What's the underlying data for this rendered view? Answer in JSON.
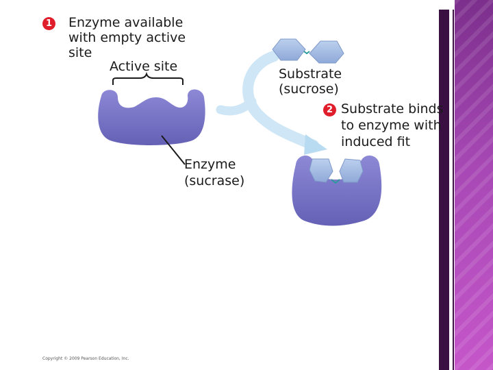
{
  "step1": {
    "number": "1",
    "lines": [
      "Enzyme available",
      "with empty active",
      "site"
    ]
  },
  "active_site_label": "Active site",
  "substrate_label": [
    "Substrate",
    "(sucrose)"
  ],
  "step2": {
    "number": "2",
    "lines": [
      "Substrate binds",
      "to enzyme with",
      "induced fit"
    ]
  },
  "enzyme_label": [
    "Enzyme",
    "(sucrase)"
  ],
  "copyright": "Copyright © 2009 Pearson Education, Inc.",
  "colors": {
    "enzyme": "#7a76c9",
    "enzyme_dark": "#5b56aa",
    "substrate": "#a6c0e4",
    "arrow": "#cfe6f6",
    "badge": "#e01d2b",
    "side_bar": "#3a1042",
    "side_pattern": "#a748b5"
  }
}
